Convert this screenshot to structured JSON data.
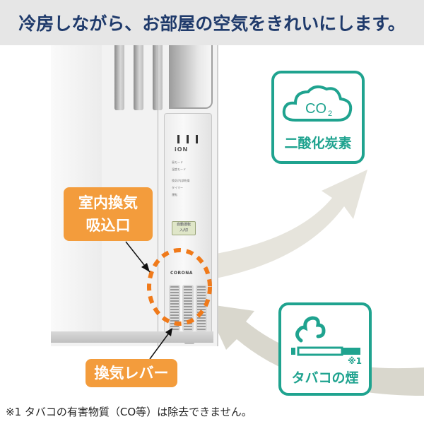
{
  "header": {
    "title": "冷房しながら、お部屋の空気をきれいにします。"
  },
  "unit": {
    "ion_label": "iON",
    "indicators": [
      "風モード",
      "温度モード",
      "換気/内部乾燥",
      "タイマー",
      "運転"
    ],
    "auto_button": {
      "line1": "自動運転",
      "line2": "入/切"
    },
    "brand": "CORONA"
  },
  "callouts": {
    "intake": {
      "line1": "室内換気",
      "line2": "吸込口"
    },
    "lever": "換気レバー"
  },
  "icons": {
    "co2": {
      "symbol": "CO",
      "subscript": "2",
      "label": "二酸化炭素"
    },
    "smoke": {
      "note_mark": "※1",
      "label": "タバコの煙"
    }
  },
  "footnote": "※1 タバコの有害物質（CO等）は除去できません。",
  "colors": {
    "accent_teal": "#1fa38f",
    "callout_orange": "#f39c3c",
    "header_text": "#1f3a6b",
    "header_bg": "#e6e6e6"
  }
}
